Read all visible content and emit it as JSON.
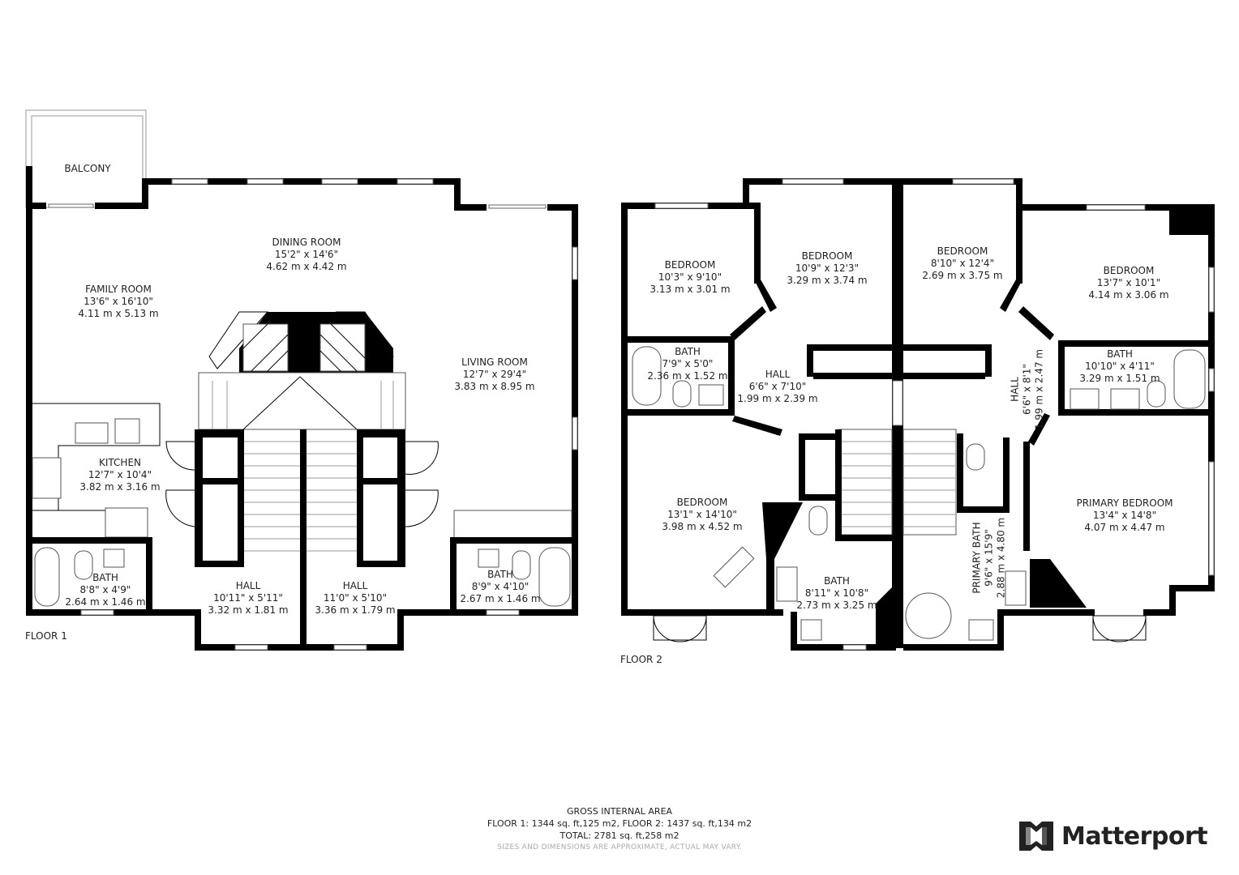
{
  "floors": [
    {
      "label": "FLOOR 1",
      "rooms": [
        {
          "name": "BALCONY",
          "imperial": "",
          "metric": ""
        },
        {
          "name": "DINING ROOM",
          "imperial": "15'2\" x 14'6\"",
          "metric": "4.62 m x 4.42 m"
        },
        {
          "name": "FAMILY ROOM",
          "imperial": "13'6\" x 16'10\"",
          "metric": "4.11 m x 5.13 m"
        },
        {
          "name": "LIVING ROOM",
          "imperial": "12'7\" x 29'4\"",
          "metric": "3.83 m x 8.95 m"
        },
        {
          "name": "KITCHEN",
          "imperial": "12'7\" x 10'4\"",
          "metric": "3.82 m x 3.16 m"
        },
        {
          "name": "BATH",
          "imperial": "8'8\" x 4'9\"",
          "metric": "2.64 m x 1.46 m"
        },
        {
          "name": "HALL",
          "imperial": "10'11\" x 5'11\"",
          "metric": "3.32 m x 1.81 m"
        },
        {
          "name": "HALL",
          "imperial": "11'0\" x 5'10\"",
          "metric": "3.36 m x 1.79 m"
        },
        {
          "name": "BATH",
          "imperial": "8'9\" x 4'10\"",
          "metric": "2.67 m x 1.46 m"
        }
      ]
    },
    {
      "label": "FLOOR 2",
      "rooms": [
        {
          "name": "BEDROOM",
          "imperial": "10'3\" x 9'10\"",
          "metric": "3.13 m x 3.01 m"
        },
        {
          "name": "BEDROOM",
          "imperial": "10'9\" x 12'3\"",
          "metric": "3.29 m x 3.74 m"
        },
        {
          "name": "BEDROOM",
          "imperial": "8'10\" x 12'4\"",
          "metric": "2.69 m x 3.75 m"
        },
        {
          "name": "BEDROOM",
          "imperial": "13'7\" x 10'1\"",
          "metric": "4.14 m x 3.06 m"
        },
        {
          "name": "BATH",
          "imperial": "7'9\" x 5'0\"",
          "metric": "2.36 m x 1.52 m"
        },
        {
          "name": "HALL",
          "imperial": "6'6\" x 7'10\"",
          "metric": "1.99 m x 2.39 m"
        },
        {
          "name": "HALL",
          "imperial": "6'6\" x 8'1\"",
          "metric": "1.99 m x 2.47 m"
        },
        {
          "name": "BATH",
          "imperial": "10'10\" x 4'11\"",
          "metric": "3.29 m x 1.51 m"
        },
        {
          "name": "BEDROOM",
          "imperial": "13'1\" x 14'10\"",
          "metric": "3.98 m x 4.52 m"
        },
        {
          "name": "PRIMARY BEDROOM",
          "imperial": "13'4\" x 14'8\"",
          "metric": "4.07 m x 4.47 m"
        },
        {
          "name": "PRIMARY BATH",
          "imperial": "9'6\" x 15'9\"",
          "metric": "2.88 m x 4.80 m"
        },
        {
          "name": "BATH",
          "imperial": "8'11\" x 10'8\"",
          "metric": "2.73 m x 3.25 m"
        }
      ]
    }
  ],
  "gross_internal_area": {
    "title": "GROSS INTERNAL AREA",
    "floors_line": "FLOOR 1: 1344 sq. ft,125 m2, FLOOR 2: 1437 sq. ft,134 m2",
    "total_line": "TOTAL: 2781 sq. ft,258 m2",
    "disclaimer": "SIZES AND DIMENSIONS ARE APPROXIMATE, ACTUAL MAY VARY."
  },
  "brand": {
    "name": "Matterport",
    "icon": "matterport-logo-icon"
  },
  "colors": {
    "wall": "#000000",
    "background": "#ffffff",
    "text": "#222222",
    "disclaimer": "#aaaaaa"
  }
}
